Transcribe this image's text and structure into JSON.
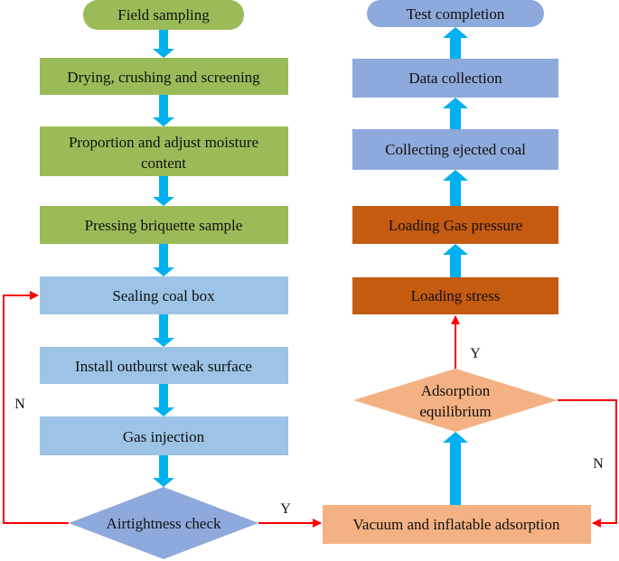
{
  "left_column": {
    "field_sampling": "Field sampling",
    "drying": "Drying, crushing and screening",
    "proportion_line1": "Proportion and adjust moisture",
    "proportion_line2": "content",
    "pressing": "Pressing briquette sample",
    "sealing": "Sealing coal box",
    "install": "Install outburst weak surface",
    "gas_injection": "Gas injection",
    "airtightness": "Airtightness check"
  },
  "right_column": {
    "test_completion": "Test completion",
    "data_collection": "Data collection",
    "collecting": "Collecting ejected coal",
    "loading_gas": "Loading Gas pressure",
    "loading_stress": "Loading stress",
    "adsorption_line1": "Adsorption",
    "adsorption_line2": "equilibrium",
    "vacuum": "Vacuum and inflatable adsorption"
  },
  "edge_labels": {
    "airtight_no": "N",
    "airtight_yes": "Y",
    "adsorption_yes": "Y",
    "adsorption_no": "N"
  },
  "colors": {
    "green_fill": "#9BBB59",
    "blue_fill": "#9DC3E6",
    "purple_fill": "#8EA9DB",
    "orange_fill": "#C55A11",
    "peach_fill": "#F4B183",
    "flow_arrow": "#00B0F0",
    "feedback_arrow": "#FF0000"
  }
}
